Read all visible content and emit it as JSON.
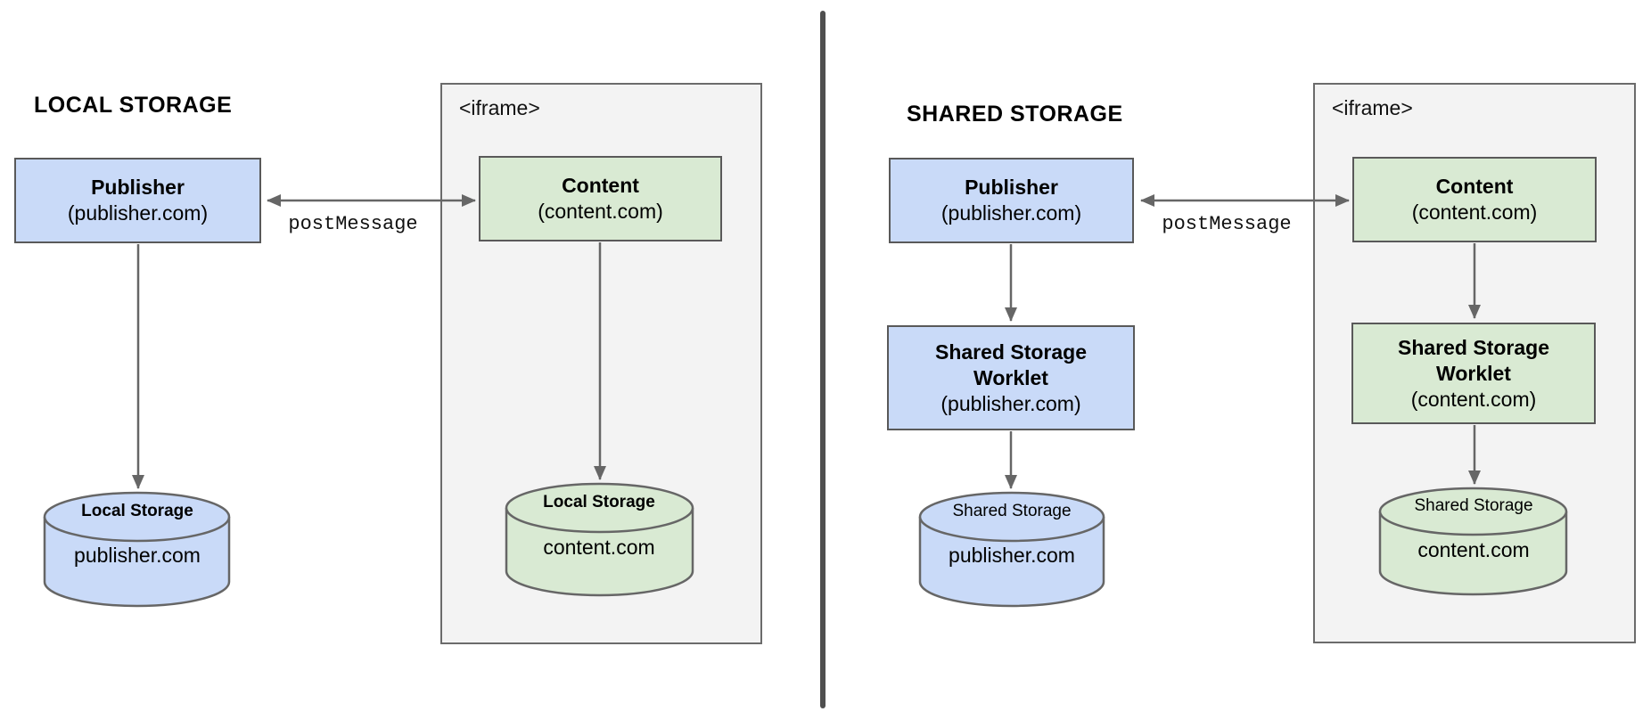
{
  "colors": {
    "publisher_fill": "#c9daf8",
    "content_fill": "#d9ead3",
    "iframe_fill": "#f3f3f3",
    "border": "#595959",
    "arrow": "#666666",
    "divider": "#4f4f4f"
  },
  "left": {
    "title": "LOCAL STORAGE",
    "publisher_box": {
      "title": "Publisher",
      "subtitle": "(publisher.com)"
    },
    "iframe_label": "<iframe>",
    "content_box": {
      "title": "Content",
      "subtitle": "(content.com)"
    },
    "post_message_label": "postMessage",
    "publisher_store": {
      "label": "Local Storage",
      "domain": "publisher.com"
    },
    "content_store": {
      "label": "Local Storage",
      "domain": "content.com"
    }
  },
  "right": {
    "title": "SHARED STORAGE",
    "publisher_box": {
      "title": "Publisher",
      "subtitle": "(publisher.com)"
    },
    "iframe_label": "<iframe>",
    "content_box": {
      "title": "Content",
      "subtitle": "(content.com)"
    },
    "post_message_label": "postMessage",
    "publisher_worklet": {
      "line1": "Shared Storage",
      "line2": "Worklet",
      "subtitle": "(publisher.com)"
    },
    "content_worklet": {
      "line1": "Shared Storage",
      "line2": "Worklet",
      "subtitle": "(content.com)"
    },
    "publisher_store": {
      "label": "Shared Storage",
      "domain": "publisher.com"
    },
    "content_store": {
      "label": "Shared Storage",
      "domain": "content.com"
    }
  }
}
